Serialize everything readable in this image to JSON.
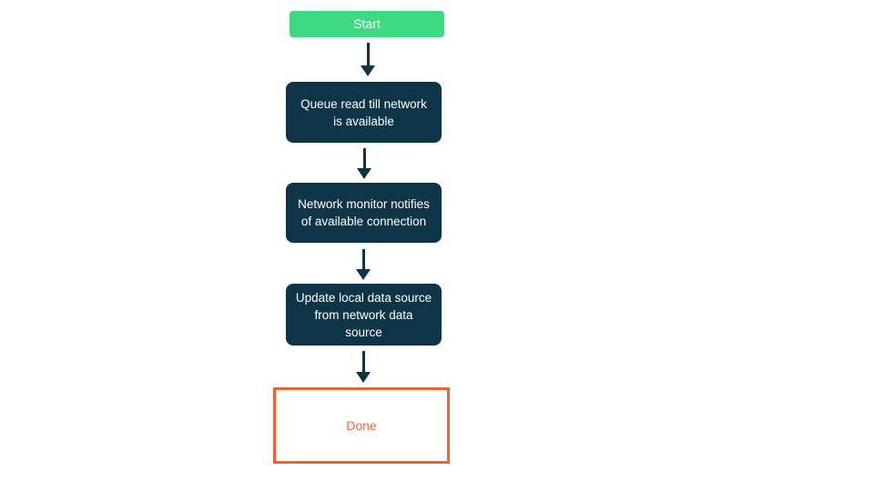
{
  "diagram": {
    "type": "flowchart",
    "direction": "top-to-bottom",
    "nodes": [
      {
        "id": "start",
        "label": "Start",
        "shape": "rounded-rect",
        "role": "start"
      },
      {
        "id": "queue",
        "label": "Queue read till network is available",
        "shape": "rounded-rect",
        "role": "process"
      },
      {
        "id": "monitor",
        "label": "Network monitor notifies of available connection",
        "shape": "rounded-rect",
        "role": "process"
      },
      {
        "id": "update",
        "label": "Update local data source from network data source",
        "shape": "rounded-rect",
        "role": "process"
      },
      {
        "id": "done",
        "label": "Done",
        "shape": "outlined-rect",
        "role": "end"
      }
    ],
    "edges": [
      {
        "from": "start",
        "to": "queue",
        "style": "arrow-down"
      },
      {
        "from": "queue",
        "to": "monitor",
        "style": "arrow-down"
      },
      {
        "from": "monitor",
        "to": "update",
        "style": "arrow-down"
      },
      {
        "from": "update",
        "to": "done",
        "style": "arrow-down"
      }
    ],
    "colors": {
      "start_bg": "#3fd984",
      "process_bg": "#0e3547",
      "node_text": "#ffffff",
      "end_border": "#f2622f",
      "end_text": "#f4673a",
      "arrow": "#0e3547",
      "background": "#ffffff"
    }
  }
}
